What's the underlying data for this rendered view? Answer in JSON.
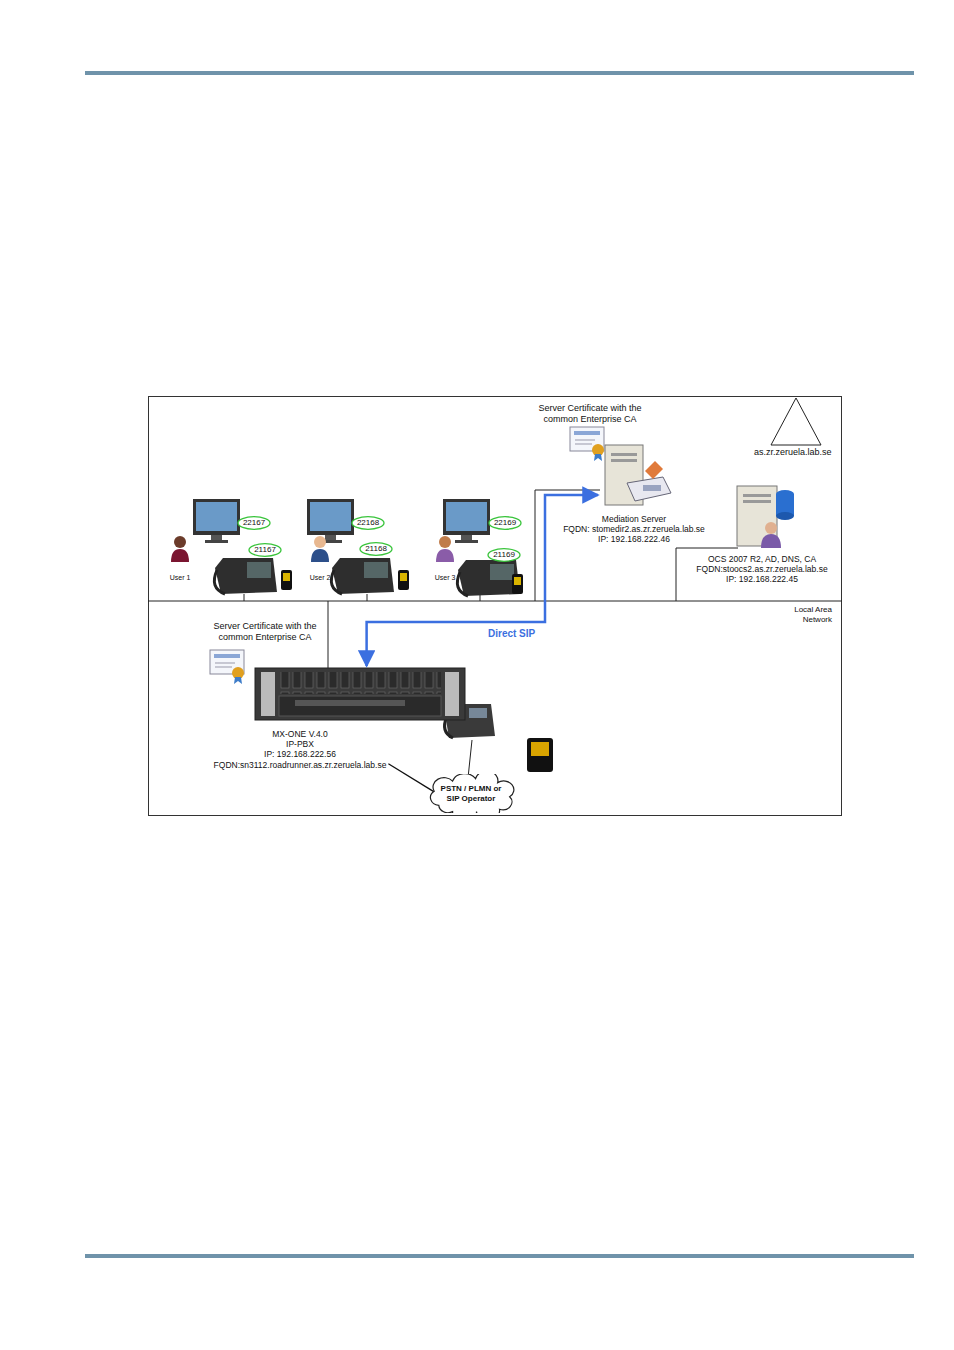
{
  "diagram": {
    "nodes": [
      {
        "text": [
          "Mediation Server",
          "FQDN: stomedir2.as.zr.zeruela.lab.se",
          "IP: 192.168.222.46"
        ]
      },
      {
        "text": [
          "OCS 2007 R2, AD, DNS, CA",
          "FQDN:stoocs2.as.zr.zeruela.lab.se",
          "IP: 192.168.222.45"
        ]
      },
      {
        "text": [
          "MX-ONE V.4.0",
          "IP-PBX",
          "IP: 192.168.222.56",
          "FQDN:sn3112.roadrunner.as.zr.zeruela.lab.se"
        ]
      },
      {
        "text": [
          "PSTN / PLMN or SIP Operator"
        ]
      },
      {
        "text": [
          "22167"
        ]
      },
      {
        "text": [
          "21167"
        ]
      },
      {
        "text": [
          "22168"
        ]
      },
      {
        "text": [
          "21168"
        ]
      },
      {
        "text": [
          "22169"
        ]
      },
      {
        "text": [
          "21169"
        ]
      }
    ],
    "edges": [
      {
        "from": 2,
        "to": 0,
        "arrow": "both",
        "label": "Direct SIP"
      },
      {
        "from": 2,
        "to": 3,
        "arrow": "none"
      }
    ],
    "labels": [
      "Server Certificate with the common Enterprise CA",
      "as.zr.zeruela.lab.se",
      "User 1",
      "User 2",
      "User 3",
      "Server Certificate with the common Enterprise CA",
      "Local Area Network"
    ]
  }
}
